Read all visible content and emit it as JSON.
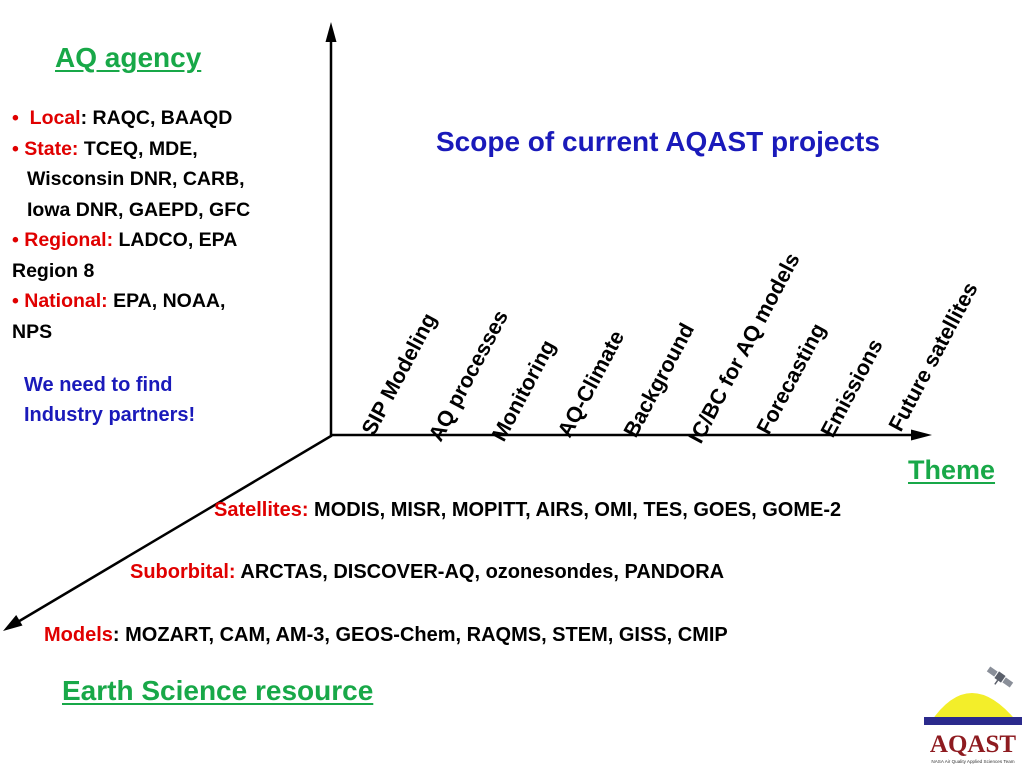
{
  "agency": {
    "title": "AQ agency",
    "items": [
      {
        "label": "Local",
        "sep": ": ",
        "value": "RAQC, BAAQD"
      },
      {
        "label": "State:",
        "value_lines": [
          "TCEQ, MDE,",
          "Wisconsin DNR, CARB,",
          "Iowa DNR, GAEPD, GFC"
        ]
      },
      {
        "label": "Regional:",
        "value": "LADCO, EPA",
        "value_cont": "Region 8"
      },
      {
        "label": "National:",
        "value": "EPA, NOAA,",
        "value_cont": "NPS"
      }
    ],
    "bullet": "•",
    "note_lines": [
      "We need to find",
      "Industry partners!"
    ]
  },
  "scope_title": "Scope of current AQAST projects",
  "themes": [
    "SIP Modeling",
    "AQ processes",
    "Monitoring",
    "AQ-Climate",
    "Background",
    "IC/BC for AQ models",
    "Forecasting",
    "Emissions",
    "Future satellites"
  ],
  "theme_axis_label": "Theme",
  "resources": [
    {
      "label": "Satellites:",
      "value": "MODIS, MISR, MOPITT,  AIRS, OMI, TES, GOES, GOME-2"
    },
    {
      "label": "Suborbital:",
      "value": "ARCTAS, DISCOVER-AQ, ozonesondes, PANDORA"
    },
    {
      "label": "Models",
      "sep": ":",
      "value": "MOZART, CAM, AM-3, GEOS-Chem, RAQMS, STEM, GISS, CMIP"
    }
  ],
  "resource_axis_label": "Earth Science resource",
  "logo": {
    "name": "AQAST",
    "tagline": "NASA Air Quality Applied Sciences Team",
    "colors": {
      "sun": "#f3ee2a",
      "band": "#2b2a8c",
      "text": "#8e1b20"
    }
  },
  "colors": {
    "green": "#18a848",
    "red": "#e00000",
    "blue": "#1a1aba"
  }
}
